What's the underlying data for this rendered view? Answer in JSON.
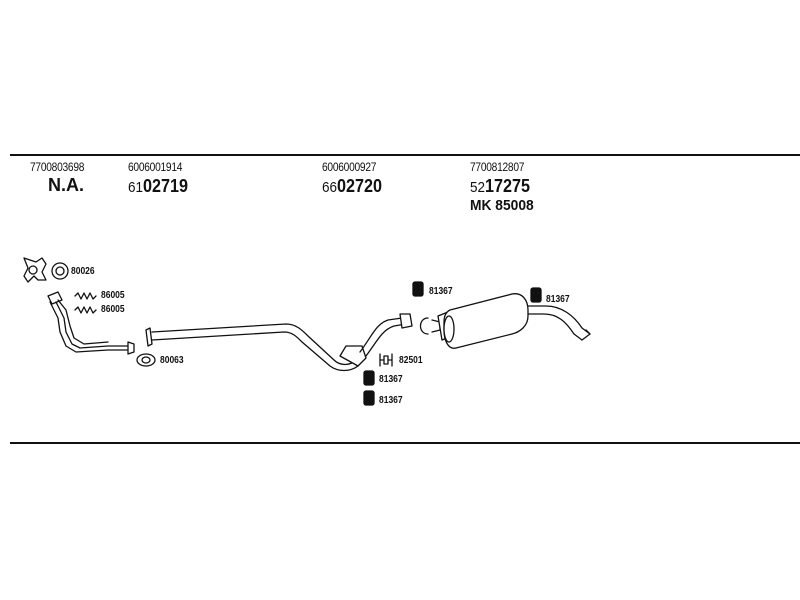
{
  "columns": [
    {
      "ref": "7700803698",
      "main": "N.A."
    },
    {
      "ref": "6006001914",
      "prefix": "61",
      "main": "02719"
    },
    {
      "ref": "6006000927",
      "prefix": "66",
      "main": "02720"
    },
    {
      "ref": "7700812807",
      "prefix": "52",
      "main": "17275",
      "extra": "MK  85008"
    }
  ],
  "parts": {
    "p80026": "80026",
    "p86005_a": "86005",
    "p86005_b": "86005",
    "p80063": "80063",
    "p81367_top1": "81367",
    "p81367_top2": "81367",
    "p82501": "82501",
    "p81367_low1": "81367",
    "p81367_low2": "81367"
  }
}
